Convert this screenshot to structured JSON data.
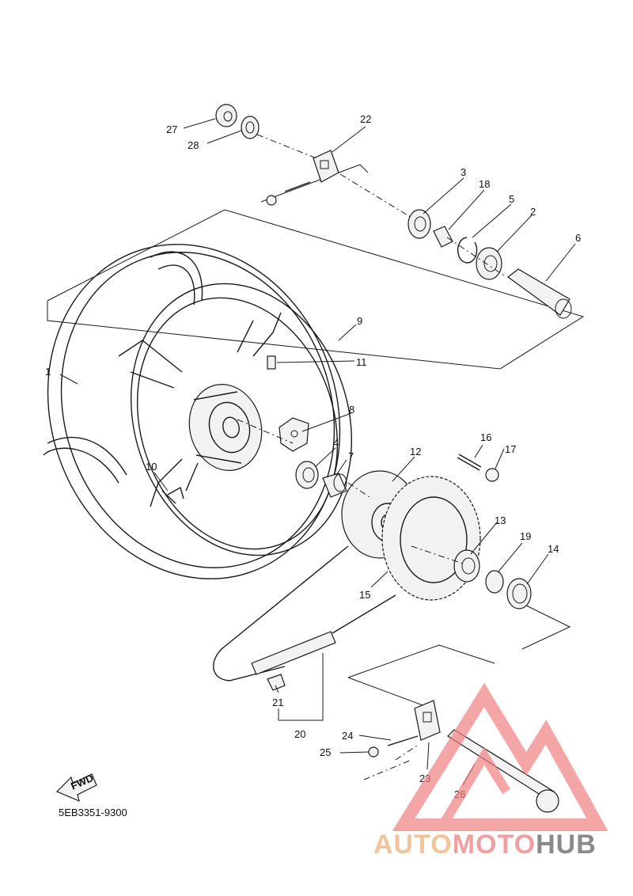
{
  "diagram": {
    "part_code": "5EB3351-9300",
    "fwd_label": "FWD",
    "callouts": {
      "c1": "1",
      "c2": "2",
      "c3": "3",
      "c4": "4",
      "c5": "5",
      "c6": "6",
      "c7": "7",
      "c8": "8",
      "c9": "9",
      "c10": "10",
      "c11": "11",
      "c12": "12",
      "c13": "13",
      "c14": "14",
      "c15": "15",
      "c16": "16",
      "c17": "17",
      "c18": "18",
      "c19": "19",
      "c20": "20",
      "c21": "21",
      "c22": "22",
      "c23": "23",
      "c24": "24",
      "c25": "25",
      "c26": "26",
      "c27": "27",
      "c28": "28"
    }
  },
  "watermark": {
    "brand_part1": "AUTO",
    "brand_part2": "MOTO",
    "brand_part3": "HUB",
    "colors": {
      "auto": "#f2c49a",
      "moto": "#f0a0a0",
      "hub": "#8a8a8a",
      "logo": "#f08080"
    }
  }
}
